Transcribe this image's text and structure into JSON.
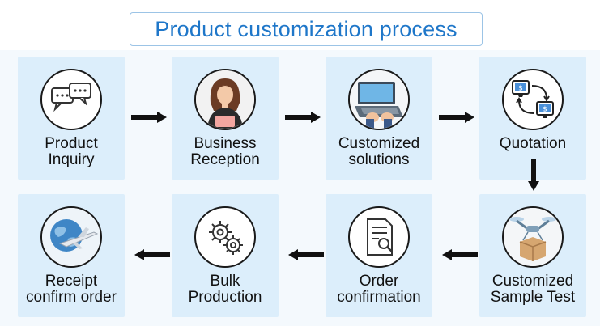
{
  "title": "Product customization process",
  "steps": [
    {
      "line1": "Product",
      "line2": "Inquiry",
      "icon": "chat-bubbles-icon"
    },
    {
      "line1": "Business",
      "line2": "Reception",
      "icon": "receptionist-icon"
    },
    {
      "line1": "Customized",
      "line2": "solutions",
      "icon": "laptop-typing-icon"
    },
    {
      "line1": "Quotation",
      "line2": "",
      "icon": "price-exchange-icon"
    },
    {
      "line1": "Customized",
      "line2": "Sample Test",
      "icon": "drone-box-icon"
    },
    {
      "line1": "Order",
      "line2": "confirmation",
      "icon": "document-search-icon"
    },
    {
      "line1": "Bulk",
      "line2": "Production",
      "icon": "gears-icon"
    },
    {
      "line1": "Receipt",
      "line2": "confirm order",
      "icon": "globe-airplane-icon"
    }
  ],
  "colors": {
    "title": "#1f77c9",
    "card": "#dceefb",
    "panel": "#f4f9fd",
    "arrow": "#111111"
  }
}
